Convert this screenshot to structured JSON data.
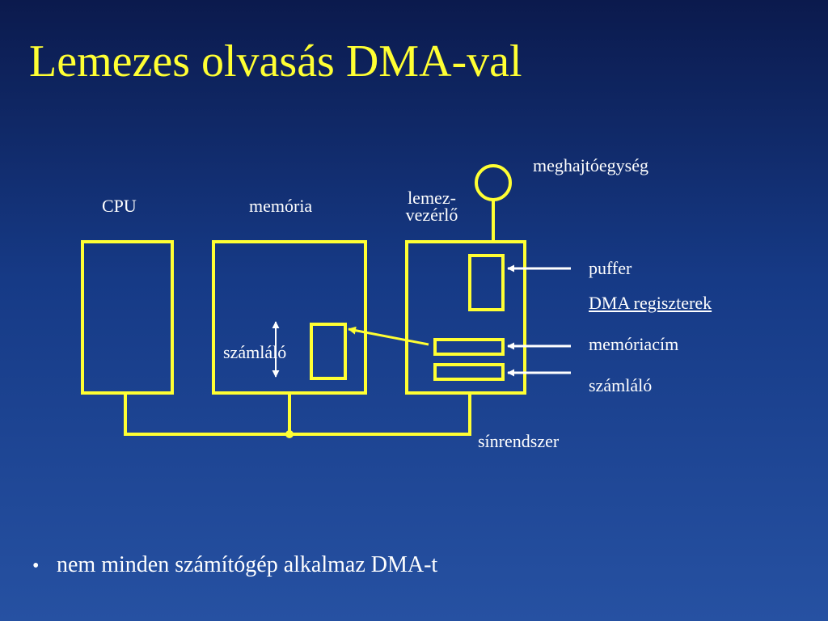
{
  "slide": {
    "title": "Lemezes olvasás DMA-val"
  },
  "colors": {
    "background_top": "#0b1a4d",
    "background_bottom": "#2651a2",
    "accent_yellow": "#ffff33",
    "text_white": "#ffffff"
  },
  "diagram": {
    "labels": {
      "cpu": "CPU",
      "memory": "memória",
      "disk_controller_line1": "lemez-",
      "disk_controller_line2": "vezérlő",
      "drive_unit": "meghajtóegység",
      "buffer": "puffer",
      "dma_registers": "DMA regiszterek",
      "memory_address": "memóriacím",
      "counter_right": "számláló",
      "counter_memory": "számláló",
      "bus": "sínrendszer"
    }
  },
  "bullets": [
    "nem minden számítógép alkalmaz DMA-t"
  ]
}
